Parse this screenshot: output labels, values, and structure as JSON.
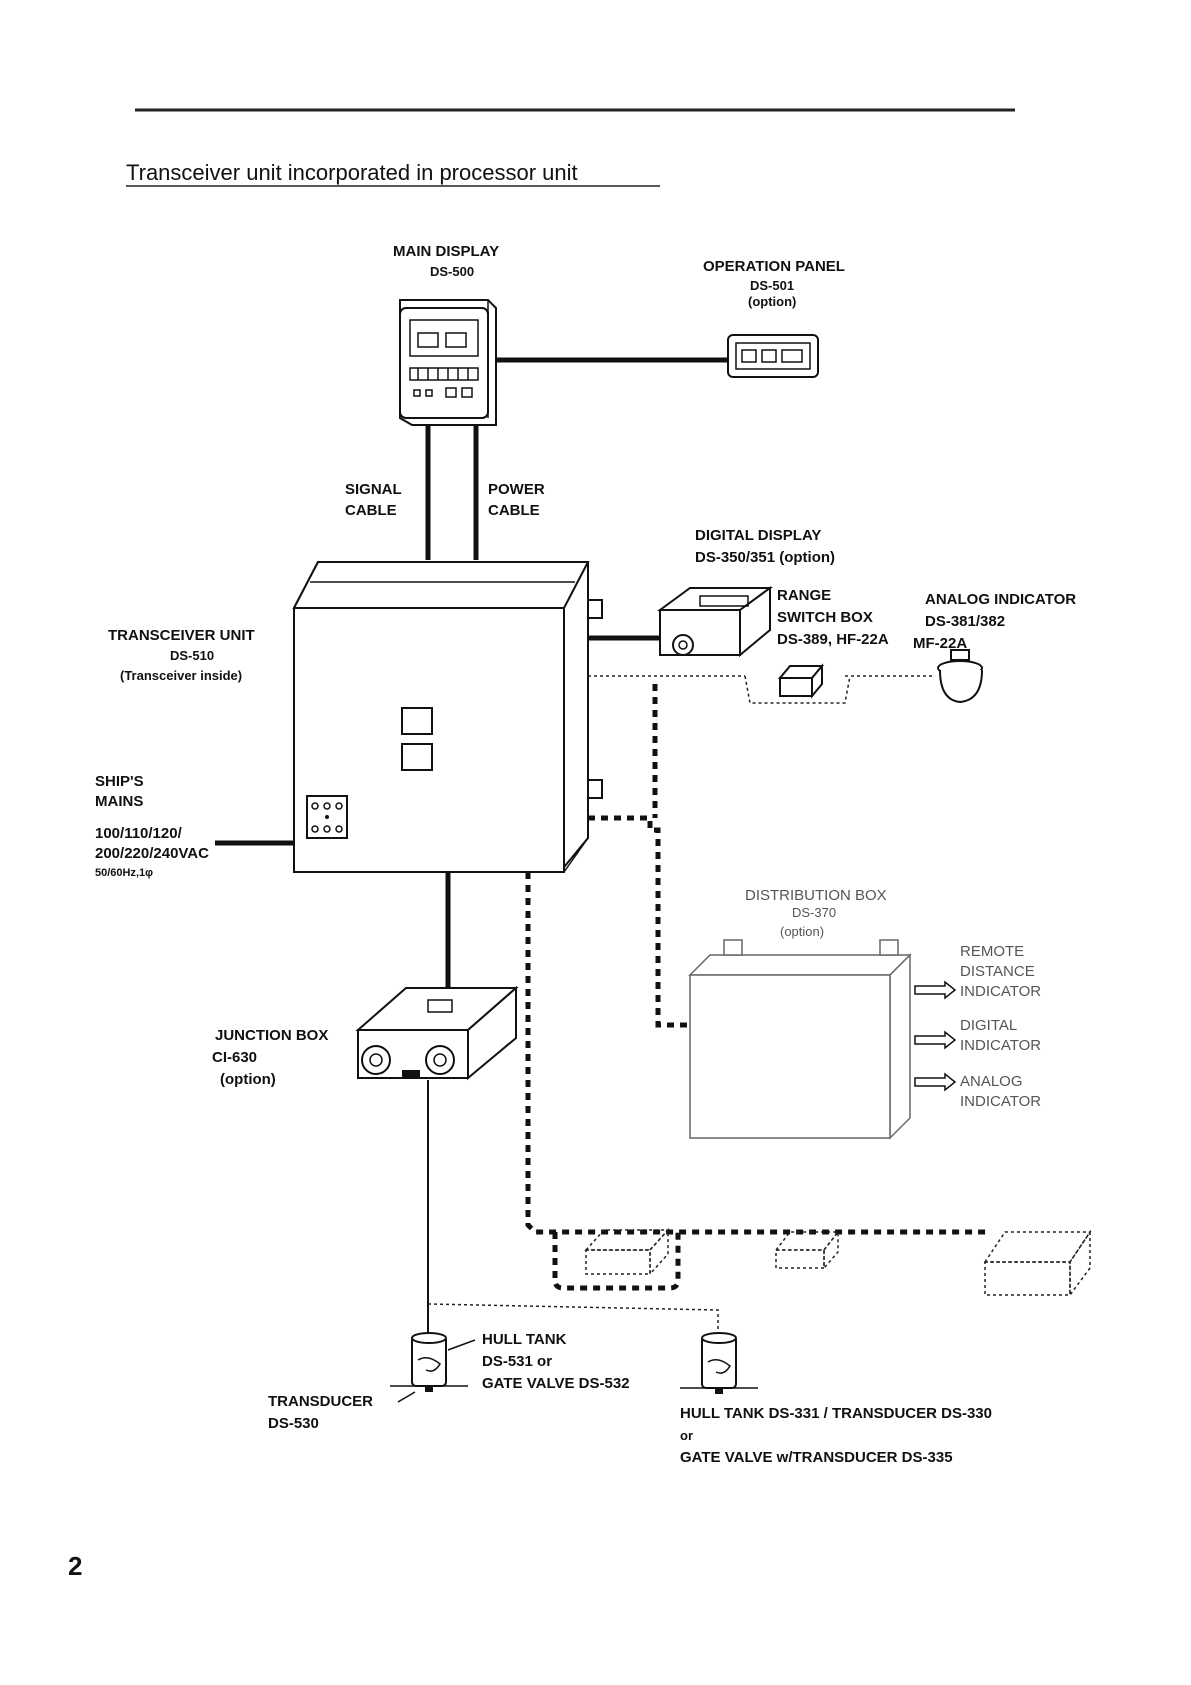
{
  "title": "Transceiver unit incorporated in processor unit",
  "page_number": "2",
  "components": {
    "main_display": {
      "name": "MAIN DISPLAY",
      "model": "DS-500"
    },
    "operation_panel": {
      "name": "OPERATION PANEL",
      "model": "DS-501",
      "note": "(option)"
    },
    "signal_cable": {
      "line1": "SIGNAL",
      "line2": "CABLE"
    },
    "power_cable": {
      "line1": "POWER",
      "line2": "CABLE"
    },
    "digital_display": {
      "name": "DIGITAL DISPLAY",
      "model": "DS-350/351 (option)"
    },
    "range_switch_box": {
      "line1": "RANGE",
      "line2": "SWITCH BOX",
      "model": "DS-389, HF-22A"
    },
    "analog_indicator": {
      "name": "ANALOG INDICATOR",
      "model1": "DS-381/382",
      "model2": "MF-22A"
    },
    "transceiver_unit": {
      "name": "TRANSCEIVER UNIT",
      "model": "DS-510",
      "note": "(Transceiver inside)"
    },
    "ships_mains": {
      "line1": "SHIP'S",
      "line2": "MAINS",
      "voltage1": "100/110/120/",
      "voltage2": "200/220/240VAC",
      "freq": "50/60Hz,1φ"
    },
    "distribution_box": {
      "name": "DISTRIBUTION BOX",
      "model": "DS-370",
      "note": "(option)"
    },
    "outputs": {
      "remote": {
        "line1": "REMOTE",
        "line2": "DISTANCE",
        "line3": "INDICATOR"
      },
      "digital": {
        "line1": "DIGITAL",
        "line2": "INDICATOR"
      },
      "analog": {
        "line1": "ANALOG",
        "line2": "INDICATOR"
      }
    },
    "junction_box": {
      "name": "JUNCTION BOX",
      "model": "CI-630",
      "note": "(option)"
    },
    "hull_tank_1": {
      "name": "HULL TANK",
      "model": "DS-531 or",
      "alt": "GATE VALVE DS-532"
    },
    "transducer": {
      "name": "TRANSDUCER",
      "model": "DS-530"
    },
    "hull_tank_2": {
      "line1": "HULL TANK DS-331 / TRANSDUCER DS-330",
      "line2": "or",
      "line3": "GATE VALVE w/TRANSDUCER DS-335"
    }
  }
}
